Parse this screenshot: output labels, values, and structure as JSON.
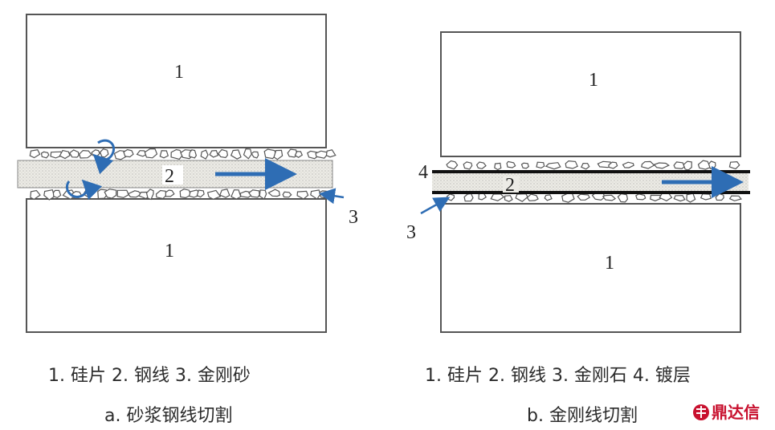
{
  "panel_a": {
    "wafer_top_label": "1",
    "wafer_bottom_label": "1",
    "wire_label": "2",
    "abrasive_label": "3",
    "legend": "1. 硅片  2. 钢线  3. 金刚砂",
    "caption": "a. 砂浆钢线切割"
  },
  "panel_b": {
    "wafer_top_label": "1",
    "wafer_bottom_label": "1",
    "wire_label": "2",
    "abrasive_label": "3",
    "coating_label": "4",
    "legend": "1. 硅片  2. 钢线  3. 金刚石  4. 镀层",
    "caption": "b. 金刚线切割"
  },
  "logo": {
    "text": "鼎达信"
  },
  "colors": {
    "arrow": "#2e6db4",
    "outline": "#555555",
    "wire_fill": "#e9e6e0",
    "logo": "#c8102e"
  }
}
